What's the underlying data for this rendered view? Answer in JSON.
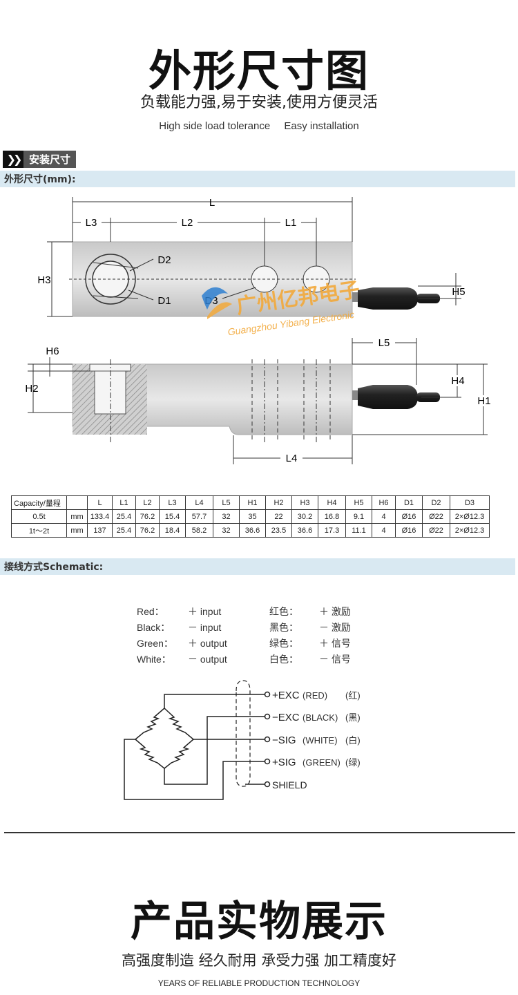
{
  "header": {
    "title": "外形尺寸图",
    "subtitle": "负载能力强,易于安装,使用方便灵活",
    "en_1": "High side load tolerance",
    "en_2": "Easy installation"
  },
  "section_tag": {
    "chevrons": "❯❯",
    "label": "安装尺寸"
  },
  "dimension_band": "外形尺寸(mm):",
  "drawing": {
    "labels": {
      "L": "L",
      "L1": "L1",
      "L2": "L2",
      "L3": "L3",
      "L4": "L4",
      "L5": "L5",
      "H1": "H1",
      "H2": "H2",
      "H3": "H3",
      "H4": "H4",
      "H5": "H5",
      "H6": "H6",
      "D1": "D1",
      "D2": "D2",
      "D3": "D3"
    },
    "watermark_cn": "广州亿邦电子",
    "watermark_en": "Guangzhou Yibang Electronic"
  },
  "spec_table": {
    "headers": [
      "Capacity/量程",
      "",
      "L",
      "L1",
      "L2",
      "L3",
      "L4",
      "L5",
      "H1",
      "H2",
      "H3",
      "H4",
      "H5",
      "H6",
      "D1",
      "D2",
      "D3"
    ],
    "rows": [
      [
        "0.5t",
        "mm",
        "133.4",
        "25.4",
        "76.2",
        "15.4",
        "57.7",
        "32",
        "35",
        "22",
        "30.2",
        "16.8",
        "9.1",
        "4",
        "Ø16",
        "Ø22",
        "2×Ø12.3"
      ],
      [
        "1t～2t",
        "mm",
        "137",
        "25.4",
        "76.2",
        "18.4",
        "58.2",
        "32",
        "36.6",
        "23.5",
        "36.6",
        "17.3",
        "11.1",
        "4",
        "Ø16",
        "Ø22",
        "2×Ø12.3"
      ]
    ]
  },
  "schematic_band": "接线方式Schematic:",
  "wiring": [
    {
      "color_en": "Red：",
      "sign_en": "＋ input",
      "color_cn": "红色：",
      "sign_cn": "＋ 激励"
    },
    {
      "color_en": "Black：",
      "sign_en": "－ input",
      "color_cn": "黑色：",
      "sign_cn": "－ 激励"
    },
    {
      "color_en": "Green：",
      "sign_en": "＋ output",
      "color_cn": "绿色：",
      "sign_cn": "＋ 信号"
    },
    {
      "color_en": "White：",
      "sign_en": "－ output",
      "color_cn": "白色：",
      "sign_cn": "－ 信号"
    }
  ],
  "terminals": [
    {
      "sig": "+EXC",
      "paren": "(RED)",
      "cn": "(红)"
    },
    {
      "sig": "−EXC",
      "paren": "(BLACK)",
      "cn": "(黑)"
    },
    {
      "sig": "−SIG",
      "paren": "(WHITE)",
      "cn": "(白)"
    },
    {
      "sig": "+SIG",
      "paren": "(GREEN)",
      "cn": "(绿)"
    },
    {
      "sig": "SHIELD",
      "paren": "",
      "cn": ""
    }
  ],
  "footer": {
    "title": "产品实物展示",
    "subtitle": "高强度制造 经久耐用 承受力强 加工精度好",
    "en": "YEARS OF RELIABLE PRODUCTION TECHNOLOGY"
  }
}
